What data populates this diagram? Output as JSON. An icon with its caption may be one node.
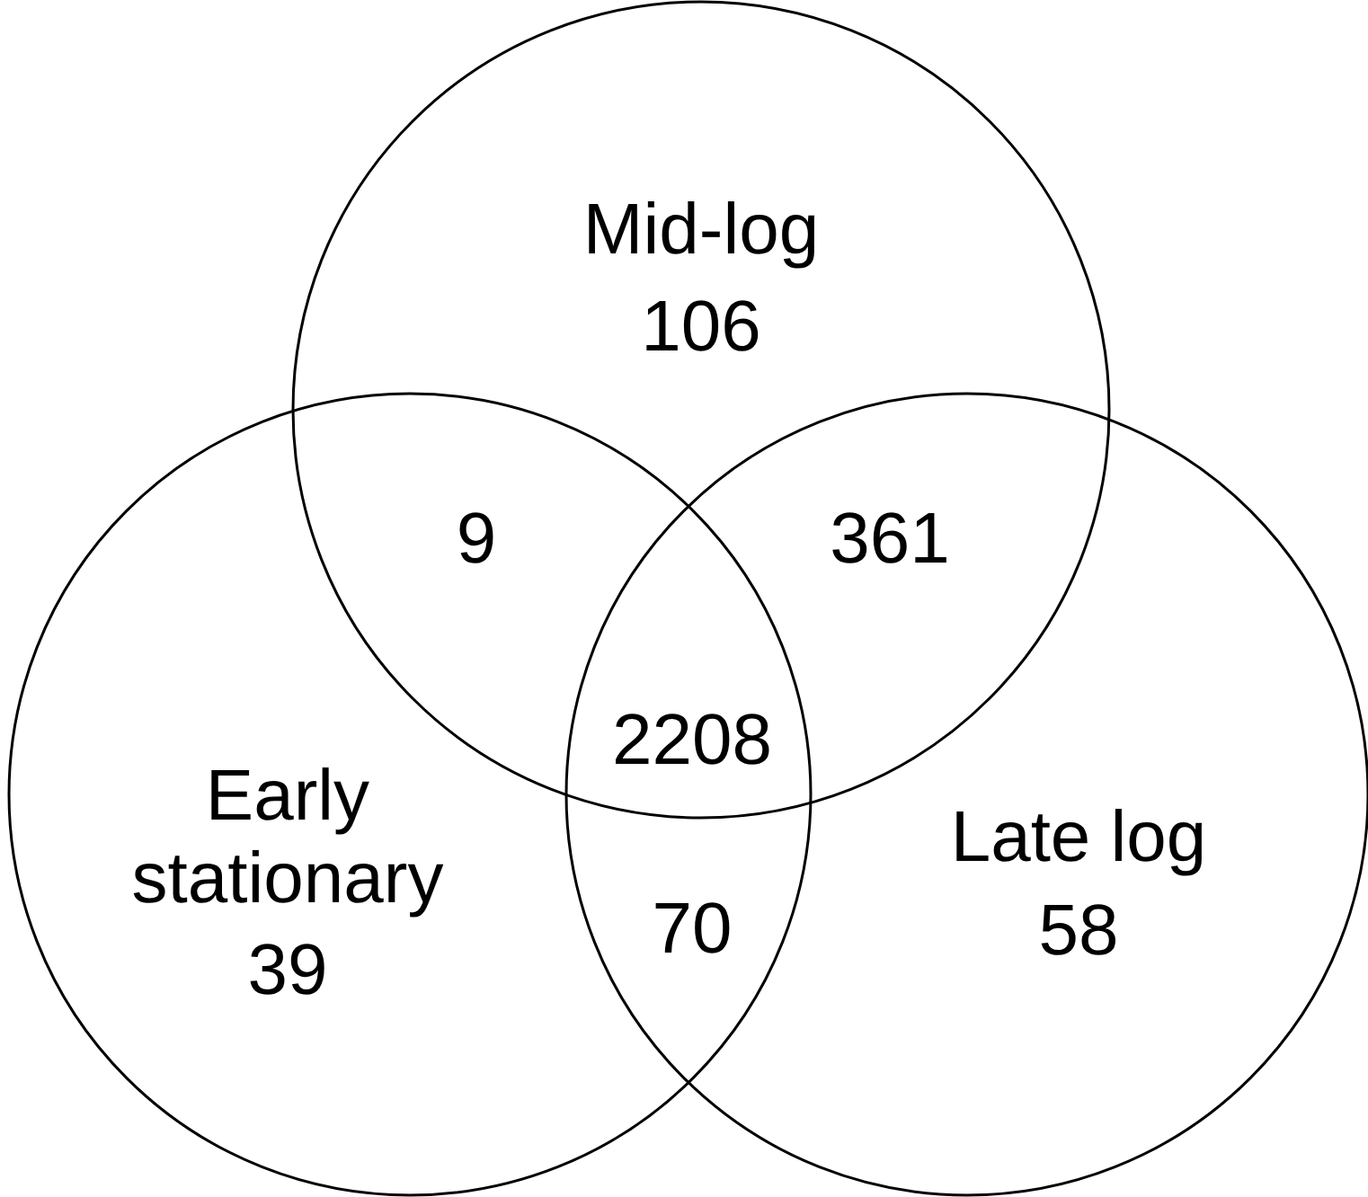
{
  "diagram": {
    "nodes": [
      {
        "text": [
          "Mid-log",
          "106"
        ]
      },
      {
        "text": [
          "Early stationary",
          "39"
        ]
      },
      {
        "text": [
          "Late log",
          "58"
        ]
      }
    ],
    "labels": [
      "9",
      "361",
      "2208",
      "70"
    ]
  }
}
